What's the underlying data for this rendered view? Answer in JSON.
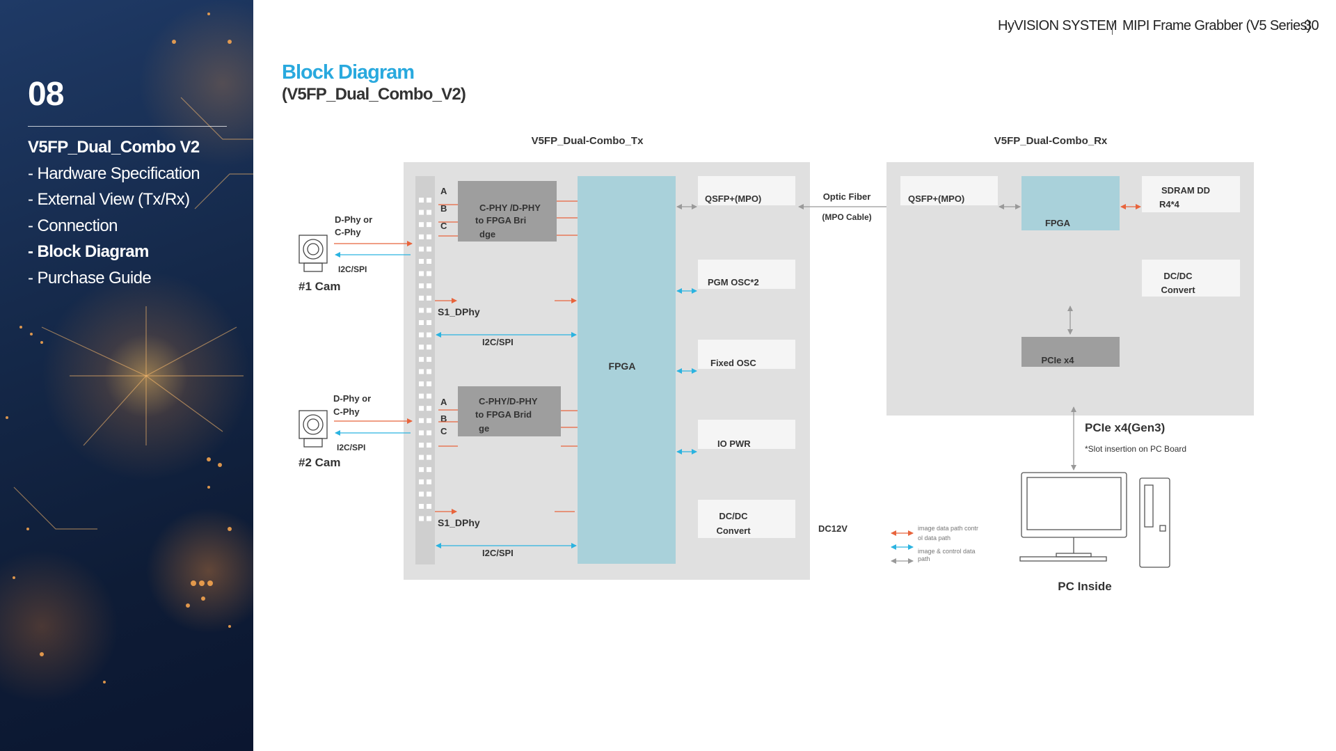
{
  "header": {
    "company": "HyVISION SYSTEM",
    "product": "MIPI Frame Grabber (V5 Series)",
    "page_number": "30"
  },
  "sidebar": {
    "section_number": "08",
    "items": [
      {
        "label": "V5FP_Dual_Combo V2"
      },
      {
        "label": "- Hardware Specification"
      },
      {
        "label": "- External View (Tx/Rx)"
      },
      {
        "label": "- Connection"
      },
      {
        "label": "- Block Diagram"
      },
      {
        "label": "- Purchase Guide"
      }
    ],
    "active_index": 4
  },
  "page": {
    "title": "Block Diagram",
    "subtitle": "(V5FP_Dual_Combo_V2)"
  },
  "diagram": {
    "tx_title": "V5FP_Dual-Combo_Tx",
    "rx_title": "V5FP_Dual-Combo_Rx",
    "cams": [
      {
        "name": "#1 Cam",
        "phy": "D-Phy or",
        "phy2": "C-Phy",
        "ctrl": "I2C/SPI"
      },
      {
        "name": "#2 Cam",
        "phy": "D-Phy or",
        "phy2": "C-Phy",
        "ctrl": "I2C/SPI"
      }
    ],
    "lanes": [
      "A",
      "B",
      "C"
    ],
    "bridges": [
      {
        "line1": "C-PHY /D-PHY",
        "line2": "to FPGA   Bri",
        "line3": "dge"
      },
      {
        "line1": "C-PHY/D-PHY",
        "line2": "to FPGA   Brid",
        "line3": "ge"
      }
    ],
    "s1_dphy": "S1_DPhy",
    "i2c_spi": "I2C/SPI",
    "tx_fpga": "FPGA",
    "tx_blocks": [
      "QSFP+(MPO)",
      "PGM OSC*2",
      "Fixed OSC",
      "IO PWR"
    ],
    "tx_dcdc": [
      "DC/DC",
      "Convert"
    ],
    "optic": [
      "Optic Fiber",
      "(MPO Cable)"
    ],
    "dc12v": "DC12V",
    "rx_qsfp": "QSFP+(MPO)",
    "rx_fpga": "FPGA",
    "rx_sdram": [
      "SDRAM    DD",
      "R4*4"
    ],
    "rx_dcdc": [
      "DC/DC",
      "Convert"
    ],
    "rx_pcie": "PCIe x4",
    "pcie_gen": "PCIe x4(Gen3)",
    "pcie_note": "*Slot insertion on PC Board",
    "pc_label": "PC Inside",
    "legend": [
      {
        "text": "image data path    contr",
        "text2": "ol data path",
        "color": "#e8643c"
      },
      {
        "text": "image & control     data",
        "text2": "path",
        "color": "#2bb3e0"
      }
    ],
    "colors": {
      "orange": "#e8643c",
      "blue": "#2bb3e0",
      "gray_arrow": "#999999",
      "fpga": "#a9d1da",
      "bridge": "#9e9e9e",
      "panel": "#e0e0e0",
      "box": "#f5f5f5"
    }
  }
}
